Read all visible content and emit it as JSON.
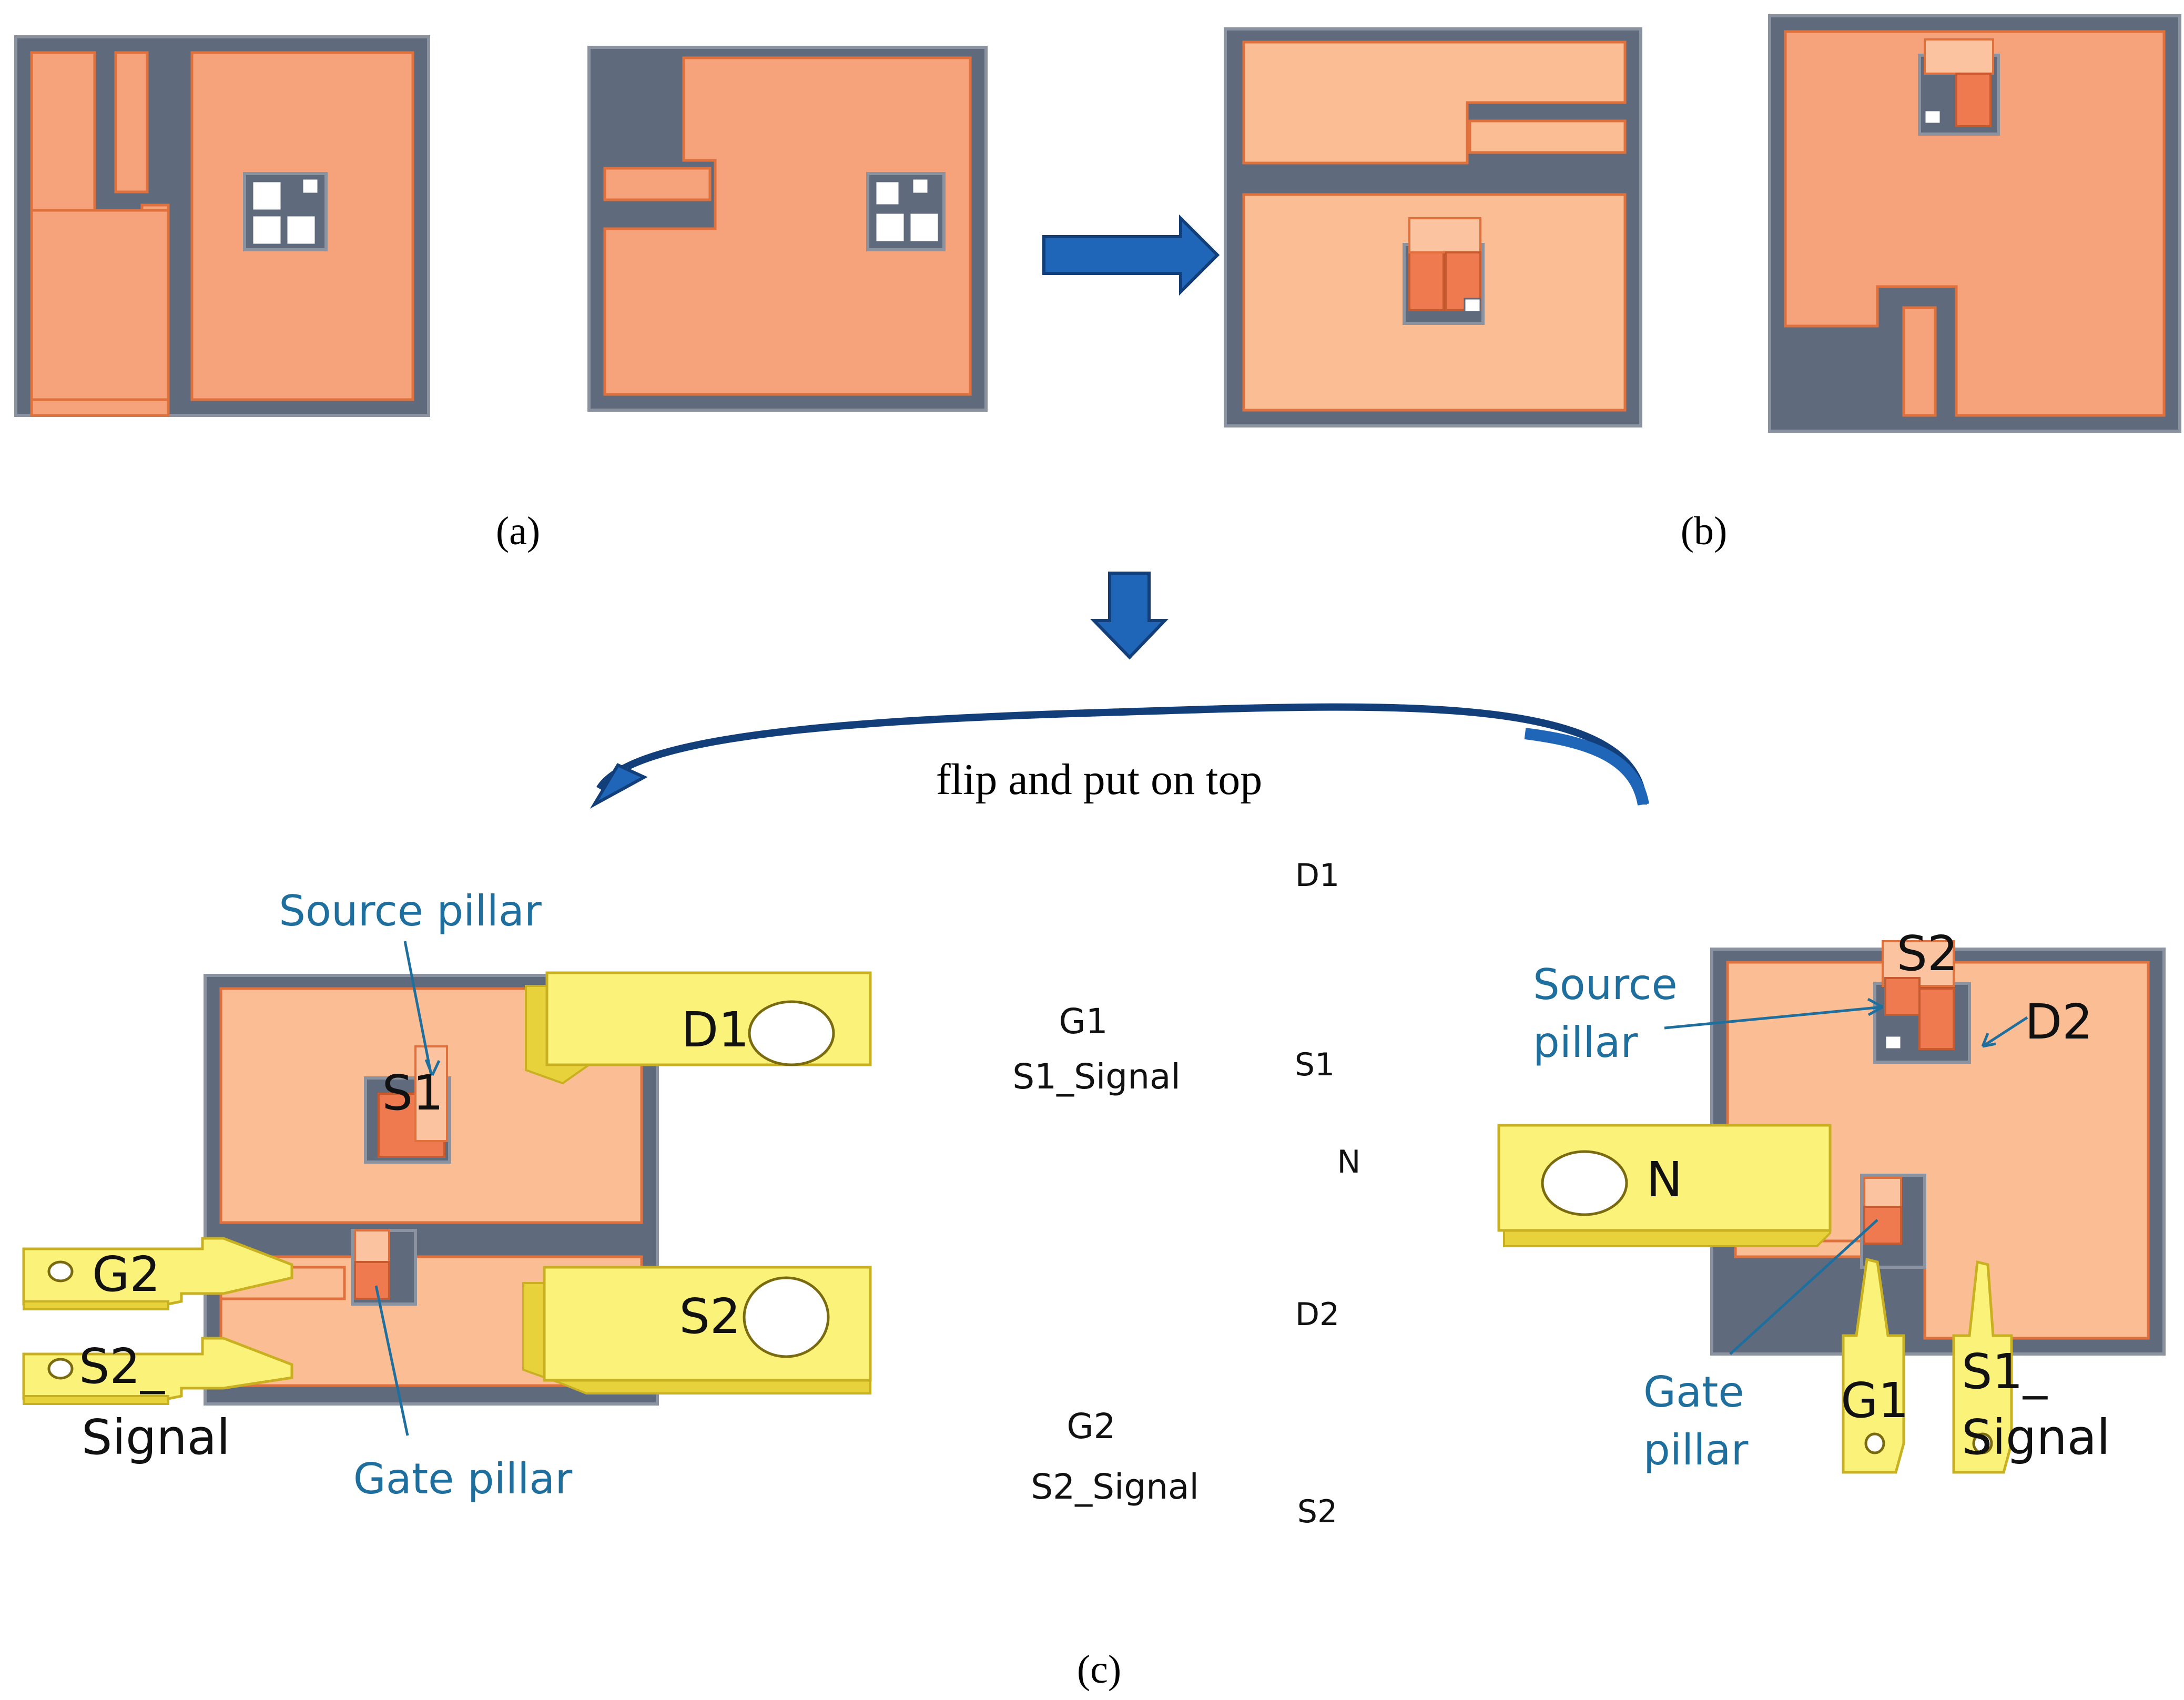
{
  "panels": {
    "a": "(a)",
    "b": "(b)",
    "c": "(c)"
  },
  "flip_caption": "flip and put on top",
  "left_module": {
    "source_pillar": "Source pillar",
    "gate_pillar": "Gate pillar",
    "S1": "S1",
    "D1": "D1",
    "G2": "G2",
    "S2_signal_top": "S2_",
    "S2_signal_bottom": "Signal",
    "S2": "S2"
  },
  "middle_labels": {
    "D1": "D1",
    "G1": "G1",
    "S1_Signal": "S1_Signal",
    "S1": "S1",
    "N": "N",
    "D2": "D2",
    "G2": "G2",
    "S2_Signal": "S2_Signal",
    "S2": "S2"
  },
  "right_module": {
    "S2": "S2",
    "source_top": "Source",
    "source_bottom": "pillar",
    "D2": "D2",
    "N": "N",
    "gate_top": "Gate",
    "gate_bottom": "pillar",
    "G1": "G1",
    "S1_signal_top": "S1_",
    "S1_signal_bottom": "Signal"
  },
  "colors": {
    "substrate": "#5f6b7c",
    "copper": "#f6a27a",
    "terminal": "#fbf27a",
    "arrow": "#1f66b8",
    "label_blue": "#1f6f9e"
  }
}
